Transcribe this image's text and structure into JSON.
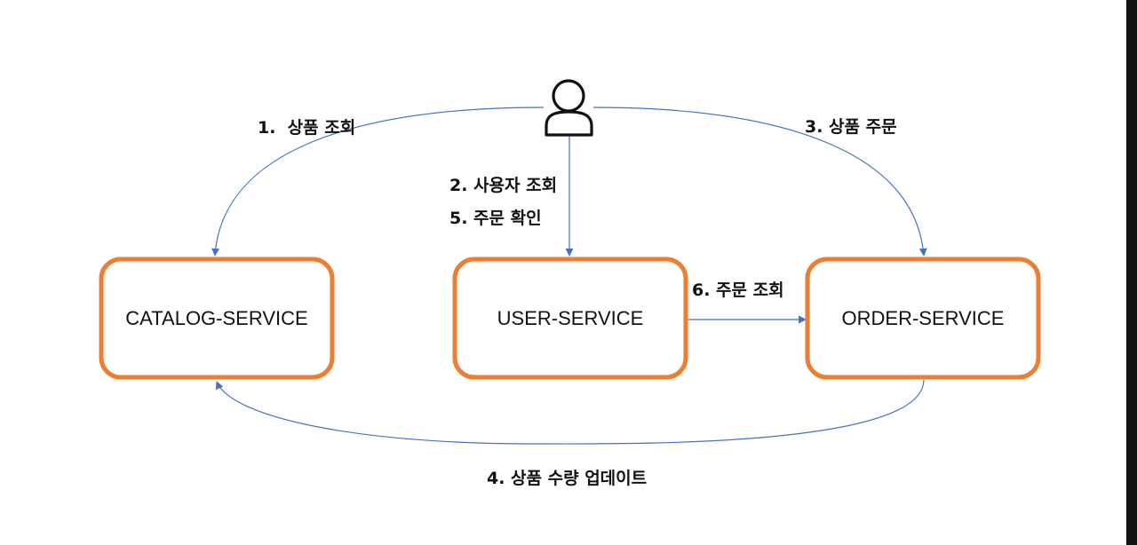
{
  "colors": {
    "node_border": "#ED7D31",
    "arrow": "#4472C4",
    "text": "#111111"
  },
  "nodes": {
    "catalog": {
      "label": "CATALOG-SERVICE"
    },
    "user": {
      "label": "USER-SERVICE"
    },
    "order": {
      "label": "ORDER-SERVICE"
    }
  },
  "actor": {
    "icon": "user-icon"
  },
  "edges": {
    "step1": {
      "label": "1.  상품 조회"
    },
    "step2": {
      "label": "2. 사용자 조회"
    },
    "step5": {
      "label": "5. 주문 확인"
    },
    "step3": {
      "label": "3. 상품 주문"
    },
    "step6": {
      "label": "6. 주문 조회"
    },
    "step4": {
      "label": "4. 상품 수량 업데이트"
    }
  }
}
